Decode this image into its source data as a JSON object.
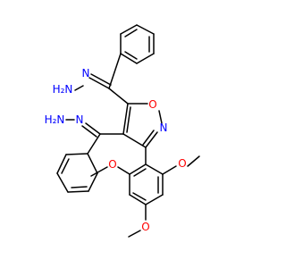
{
  "molecule": {
    "colors": {
      "bond": "#000000",
      "N": "#0000ff",
      "O": "#ff0000",
      "background": "#ffffff"
    },
    "labels": {
      "hydrazone_top": "H₂N–N",
      "hydrazone_top_n2": "N",
      "hydrazone_top_nh2": "H₂N",
      "ring_o": "O",
      "ring_n": "N",
      "hydrazone_mid_nh2": "H₂N",
      "hydrazone_mid_n": "N",
      "ome_left": "O",
      "ome_right": "O",
      "ome_bottom": "O"
    }
  }
}
